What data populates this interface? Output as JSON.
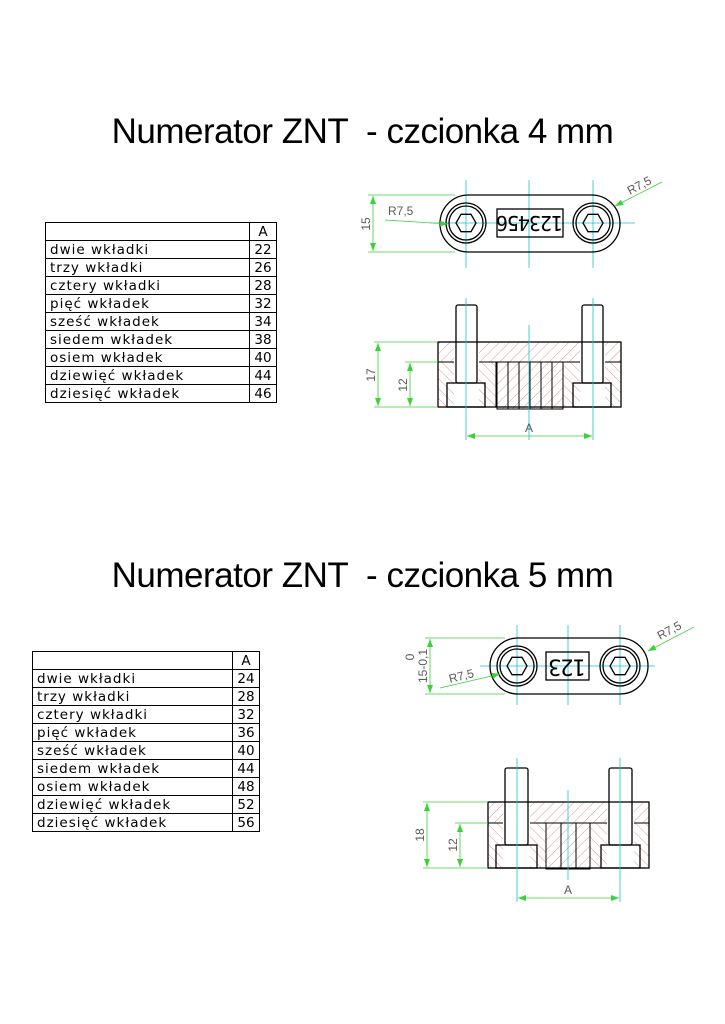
{
  "sections": [
    {
      "title": "Numerator ZNT  - czcionka 4 mm",
      "table": {
        "header": [
          "",
          "A"
        ],
        "rows": [
          {
            "label": "dwie wkładki",
            "a": "22"
          },
          {
            "label": "trzy wkładki",
            "a": "26"
          },
          {
            "label": "cztery wkładki",
            "a": "28"
          },
          {
            "label": "pięć wkładek",
            "a": "32"
          },
          {
            "label": "sześć wkładek",
            "a": "34"
          },
          {
            "label": "siedem wkładek",
            "a": "38"
          },
          {
            "label": "osiem wkładek",
            "a": "40"
          },
          {
            "label": "dziewięć wkładek",
            "a": "44"
          },
          {
            "label": "dziesięć wkładek",
            "a": "46"
          }
        ]
      },
      "drawing": {
        "digits": "123456",
        "radius_left": "R7,5",
        "radius_right": "R7,5",
        "width_dim": "15",
        "height_dim": "17",
        "inner_dim": "12",
        "spacing_dim": "A"
      }
    },
    {
      "title": "Numerator ZNT  - czcionka 5 mm",
      "table": {
        "header": [
          "",
          "A"
        ],
        "rows": [
          {
            "label": "dwie wkładki",
            "a": "24"
          },
          {
            "label": "trzy wkładki",
            "a": "28"
          },
          {
            "label": "cztery wkładki",
            "a": "32"
          },
          {
            "label": "pięć wkładek",
            "a": "36"
          },
          {
            "label": "sześć wkładek",
            "a": "40"
          },
          {
            "label": "siedem wkładek",
            "a": "44"
          },
          {
            "label": "osiem wkładek",
            "a": "48"
          },
          {
            "label": "dziewięć wkładek",
            "a": "52"
          },
          {
            "label": "dziesięć wkładek",
            "a": "56"
          }
        ]
      },
      "drawing": {
        "digits": "123",
        "radius_left": "R7,5",
        "radius_right": "R7,5",
        "width_dim": "15-0,1",
        "width_tol_upper": "0",
        "height_dim": "18",
        "inner_dim": "12",
        "spacing_dim": "A"
      }
    }
  ],
  "colors": {
    "dimension": "#3ad13a",
    "centerline": "#19c3d6",
    "hatch": "#d77"
  }
}
